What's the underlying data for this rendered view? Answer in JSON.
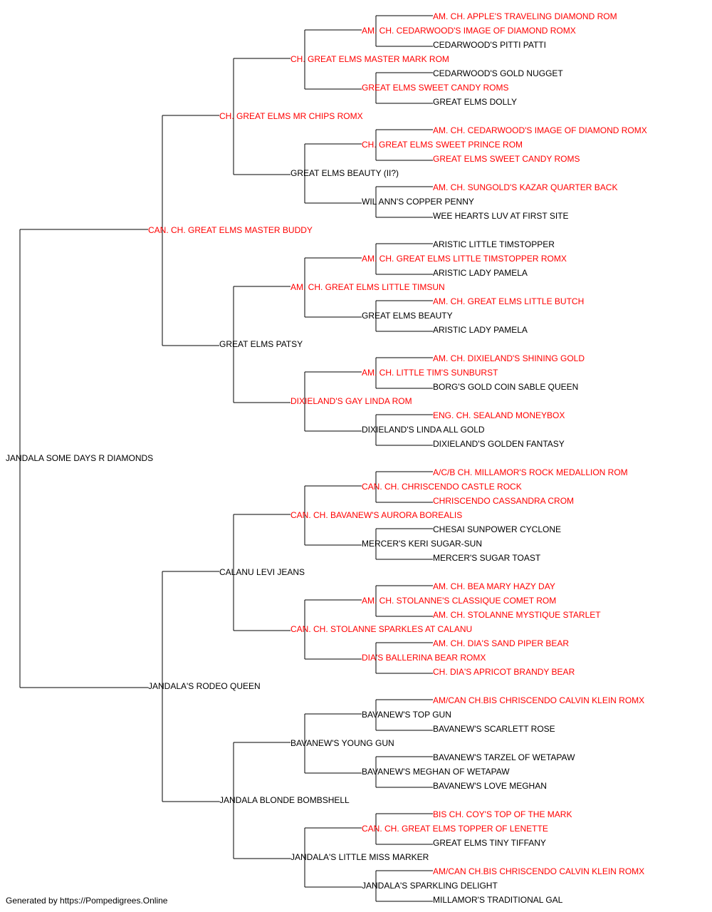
{
  "colors": {
    "title_holder": "#ff0000",
    "normal": "#000000",
    "connector": "#000000"
  },
  "subject": {
    "name": "JANDALA SOME DAYS R DIAMONDS",
    "titled": false
  },
  "generations": [
    [
      {
        "name": "CAN. CH. GREAT ELMS MASTER BUDDY",
        "titled": true
      },
      {
        "name": "JANDALA'S RODEO QUEEN",
        "titled": false
      }
    ],
    [
      {
        "name": "CH. GREAT ELMS MR CHIPS ROMX",
        "titled": true
      },
      {
        "name": "GREAT ELMS PATSY",
        "titled": false
      },
      {
        "name": "CALANU LEVI JEANS",
        "titled": false
      },
      {
        "name": "JANDALA BLONDE BOMBSHELL",
        "titled": false
      }
    ],
    [
      {
        "name": "CH. GREAT ELMS MASTER MARK ROM",
        "titled": true
      },
      {
        "name": "GREAT ELMS BEAUTY (II?)",
        "titled": false
      },
      {
        "name": "AM. CH. GREAT ELMS LITTLE TIMSUN",
        "titled": true
      },
      {
        "name": "DIXIELAND'S GAY LINDA ROM",
        "titled": true
      },
      {
        "name": "CAN. CH. BAVANEW'S AURORA BOREALIS",
        "titled": true
      },
      {
        "name": "CAN. CH. STOLANNE SPARKLES AT CALANU",
        "titled": true
      },
      {
        "name": "BAVANEW'S YOUNG GUN",
        "titled": false
      },
      {
        "name": "JANDALA'S LITTLE MISS MARKER",
        "titled": false
      }
    ],
    [
      {
        "name": "AM. CH. CEDARWOOD'S IMAGE OF DIAMOND ROMX",
        "titled": true
      },
      {
        "name": "GREAT ELMS SWEET CANDY ROMS",
        "titled": true
      },
      {
        "name": "CH. GREAT ELMS SWEET PRINCE ROM",
        "titled": true
      },
      {
        "name": "WIL ANN'S COPPER PENNY",
        "titled": false
      },
      {
        "name": "AM. CH. GREAT ELMS LITTLE TIMSTOPPER ROMX",
        "titled": true
      },
      {
        "name": "GREAT ELMS BEAUTY",
        "titled": false
      },
      {
        "name": "AM. CH. LITTLE TIM'S SUNBURST",
        "titled": true
      },
      {
        "name": "DIXIELAND'S LINDA ALL GOLD",
        "titled": false
      },
      {
        "name": "CAN. CH. CHRISCENDO CASTLE ROCK",
        "titled": true
      },
      {
        "name": "MERCER'S KERI SUGAR-SUN",
        "titled": false
      },
      {
        "name": "AM. CH. STOLANNE'S CLASSIQUE COMET ROM",
        "titled": true
      },
      {
        "name": "DIA'S BALLERINA BEAR ROMX",
        "titled": true
      },
      {
        "name": "BAVANEW'S TOP GUN",
        "titled": false
      },
      {
        "name": "BAVANEW'S MEGHAN OF WETAPAW",
        "titled": false
      },
      {
        "name": "CAN. CH. GREAT ELMS TOPPER OF LENETTE",
        "titled": true
      },
      {
        "name": "JANDALA'S SPARKLING DELIGHT",
        "titled": false
      }
    ],
    [
      {
        "name": "AM. CH. APPLE'S TRAVELING DIAMOND ROM",
        "titled": true
      },
      {
        "name": "CEDARWOOD'S PITTI PATTI",
        "titled": false
      },
      {
        "name": "CEDARWOOD'S GOLD NUGGET",
        "titled": false
      },
      {
        "name": "GREAT ELMS DOLLY",
        "titled": false
      },
      {
        "name": "AM. CH. CEDARWOOD'S IMAGE OF DIAMOND ROMX",
        "titled": true
      },
      {
        "name": "GREAT ELMS SWEET CANDY ROMS",
        "titled": true
      },
      {
        "name": "AM. CH. SUNGOLD'S KAZAR QUARTER BACK",
        "titled": true
      },
      {
        "name": "WEE HEARTS LUV AT FIRST SITE",
        "titled": false
      },
      {
        "name": "ARISTIC LITTLE TIMSTOPPER",
        "titled": false
      },
      {
        "name": "ARISTIC LADY PAMELA",
        "titled": false
      },
      {
        "name": "AM. CH. GREAT ELMS LITTLE BUTCH",
        "titled": true
      },
      {
        "name": "ARISTIC LADY PAMELA",
        "titled": false
      },
      {
        "name": "AM. CH. DIXIELAND'S SHINING GOLD",
        "titled": true
      },
      {
        "name": "BORG'S GOLD COIN SABLE QUEEN",
        "titled": false
      },
      {
        "name": "ENG. CH. SEALAND MONEYBOX",
        "titled": true
      },
      {
        "name": "DIXIELAND'S GOLDEN FANTASY",
        "titled": false
      },
      {
        "name": "A/C/B CH. MILLAMOR'S ROCK MEDALLION ROM",
        "titled": true
      },
      {
        "name": "CHRISCENDO CASSANDRA CROM",
        "titled": true
      },
      {
        "name": "CHESAI SUNPOWER CYCLONE",
        "titled": false
      },
      {
        "name": "MERCER'S SUGAR TOAST",
        "titled": false
      },
      {
        "name": "AM. CH. BEA MARY HAZY DAY",
        "titled": true
      },
      {
        "name": "AM. CH. STOLANNE MYSTIQUE STARLET",
        "titled": true
      },
      {
        "name": "AM. CH. DIA'S SAND PIPER BEAR",
        "titled": true
      },
      {
        "name": "CH. DIA'S APRICOT BRANDY BEAR",
        "titled": true
      },
      {
        "name": "AM/CAN CH.BIS CHRISCENDO CALVIN KLEIN ROMX",
        "titled": true
      },
      {
        "name": "BAVANEW'S SCARLETT ROSE",
        "titled": false
      },
      {
        "name": "BAVANEW'S TARZEL OF WETAPAW",
        "titled": false
      },
      {
        "name": "BAVANEW'S LOVE MEGHAN",
        "titled": false
      },
      {
        "name": "BIS CH. COY'S TOP OF THE MARK",
        "titled": true
      },
      {
        "name": "GREAT ELMS TINY TIFFANY",
        "titled": false
      },
      {
        "name": "AM/CAN CH.BIS CHRISCENDO CALVIN KLEIN ROMX",
        "titled": true
      },
      {
        "name": "MILLAMOR'S TRADITIONAL GAL",
        "titled": false
      }
    ]
  ],
  "footer": {
    "text": "Generated by https://Pompedigrees.Online"
  }
}
